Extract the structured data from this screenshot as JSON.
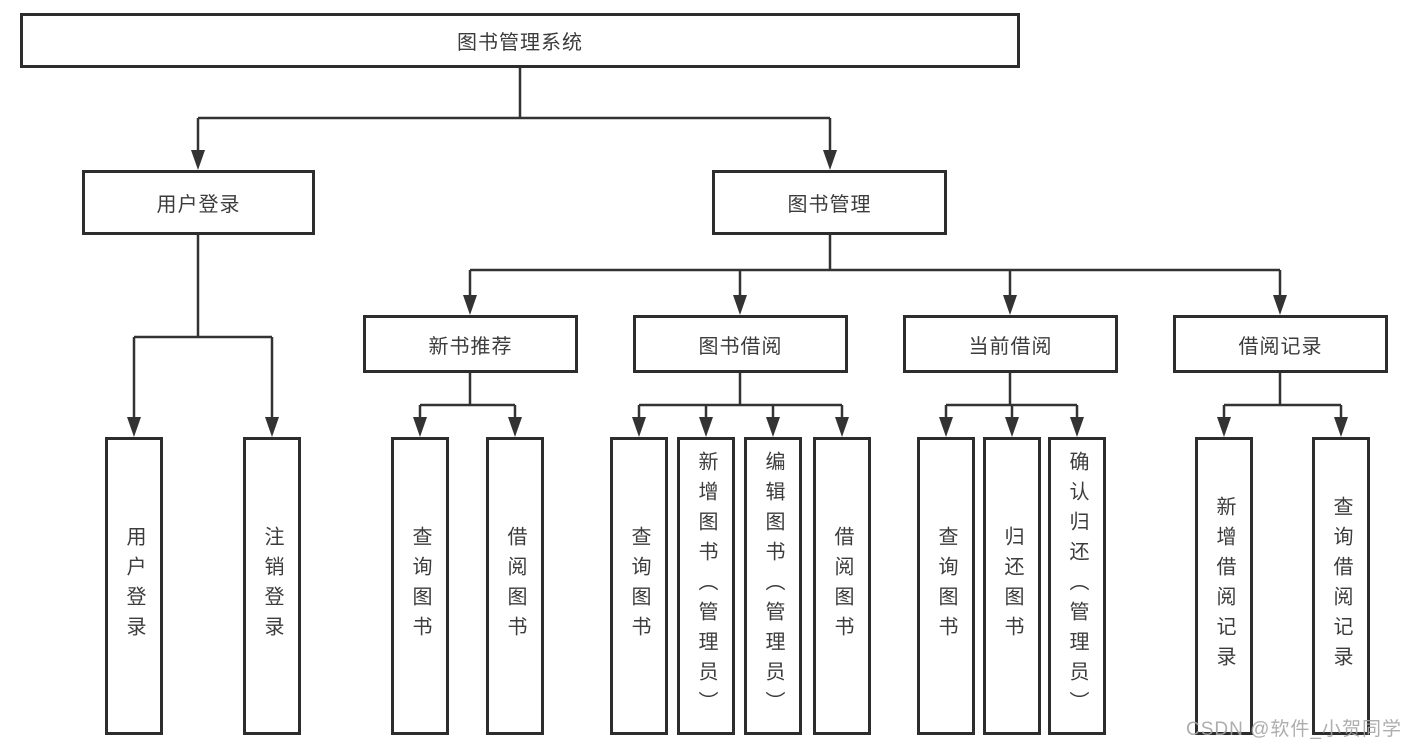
{
  "root": {
    "label": "图书管理系统"
  },
  "branches": [
    {
      "label": "用户登录",
      "children": [
        {
          "label": "用户登录"
        },
        {
          "label": "注销登录"
        }
      ]
    },
    {
      "label": "图书管理",
      "children": [
        {
          "label": "新书推荐",
          "children": [
            {
              "label": "查询图书"
            },
            {
              "label": "借阅图书"
            }
          ]
        },
        {
          "label": "图书借阅",
          "children": [
            {
              "label": "查询图书"
            },
            {
              "label": "新增图书（管理员）"
            },
            {
              "label": "编辑图书（管理员）"
            },
            {
              "label": "借阅图书"
            }
          ]
        },
        {
          "label": "当前借阅",
          "children": [
            {
              "label": "查询图书"
            },
            {
              "label": "归还图书"
            },
            {
              "label": "确认归还（管理员）"
            }
          ]
        },
        {
          "label": "借阅记录",
          "children": [
            {
              "label": "新增借阅记录"
            },
            {
              "label": "查询借阅记录"
            }
          ]
        }
      ]
    }
  ],
  "watermark": "CSDN @软件_小贺同学",
  "colors": {
    "line": "#333333",
    "border": "#2d2d2d",
    "text": "#3c3c3c",
    "watermark": "#a5a5a5"
  }
}
